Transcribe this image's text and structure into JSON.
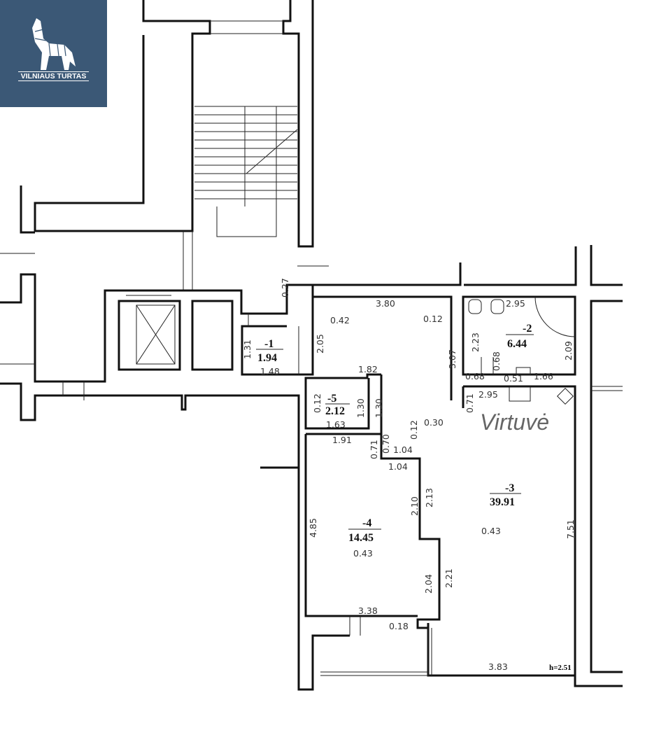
{
  "logo": {
    "text": "VILNIAUS TURTAS",
    "background": "#3b5876"
  },
  "rooms": [
    {
      "number": "-1",
      "area": "1.94"
    },
    {
      "number": "-2",
      "area": "6.44"
    },
    {
      "number": "-3",
      "area": "39.91"
    },
    {
      "number": "-4",
      "area": "14.45"
    },
    {
      "number": "-5",
      "area": "2.12"
    }
  ],
  "room_name": "Virtuvė",
  "height_label": "h=2.51",
  "dimensions": [
    "0.27",
    "3.80",
    "0.42",
    "0.12",
    "2.95",
    "1.31",
    "2.05",
    "2.23",
    "3.07",
    "2.09",
    "1.48",
    "1.82",
    "0.68",
    "0.68",
    "0.51",
    "1.66",
    "0.12",
    "1.30",
    "1.30",
    "0.71",
    "2.95",
    "1.63",
    "0.12",
    "0.30",
    "1.91",
    "0.71",
    "0.70",
    "1.04",
    "1.04",
    "2.10",
    "2.13",
    "0.43",
    "4.85",
    "0.43",
    "7.51",
    "2.04",
    "2.21",
    "3.38",
    "0.18",
    "3.83"
  ]
}
